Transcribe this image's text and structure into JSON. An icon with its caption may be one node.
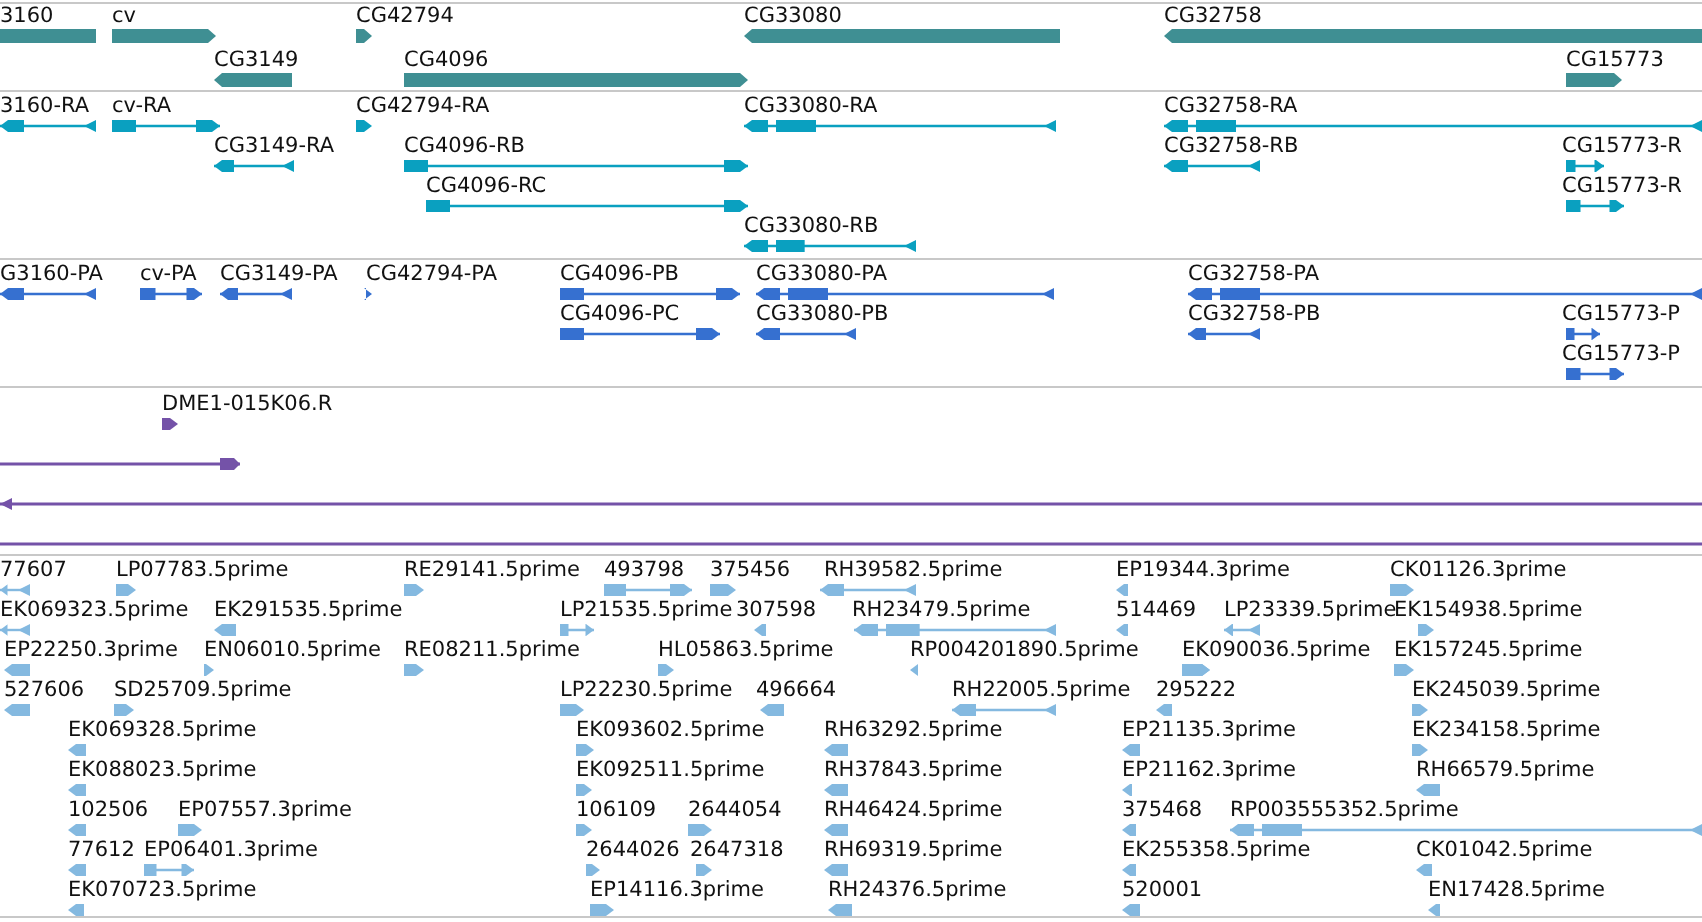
{
  "diagram": {
    "labels": [
      "3160",
      "cv",
      "CG42794",
      "CG33080",
      "CG32758",
      "CG3149",
      "CG4096",
      "CG15773",
      "3160-RA",
      "cv-RA",
      "CG42794-RA",
      "CG33080-RA",
      "CG32758-RA",
      "CG3149-RA",
      "CG4096-RB",
      "CG32758-RB",
      "CG15773-R",
      "CG4096-RC",
      "CG15773-R",
      "CG33080-RB",
      "G3160-PA",
      "cv-PA",
      "CG3149-PA",
      "CG42794-PA",
      "CG4096-PB",
      "CG33080-PA",
      "CG32758-PA",
      "CG4096-PC",
      "CG33080-PB",
      "CG32758-PB",
      "CG15773-P",
      "CG15773-P",
      "DME1-015K06.R",
      "77607",
      "LP07783.5prime",
      "RE29141.5prime",
      "493798",
      "375456",
      "RH39582.5prime",
      "EP19344.3prime",
      "CK01126.3prime",
      "EK069323.5prime",
      "EK291535.5prime",
      "LP21535.5prime",
      "307598",
      "RH23479.5prime",
      "514469",
      "LP23339.5prime",
      "EK154938.5prime",
      "EP22250.3prime",
      "EN06010.5prime",
      "RE08211.5prime",
      "HL05863.5prime",
      "RP004201890.5prime",
      "EK090036.5prime",
      "EK157245.5prime",
      "527606",
      "SD25709.5prime",
      "LP22230.5prime",
      "496664",
      "RH22005.5prime",
      "295222",
      "EK245039.5prime",
      "EK069328.5prime",
      "EK093602.5prime",
      "RH63292.5prime",
      "EP21135.3prime",
      "EK234158.5prime",
      "EK088023.5prime",
      "EK092511.5prime",
      "RH37843.5prime",
      "EP21162.3prime",
      "RH66579.5prime",
      "102506",
      "EP07557.3prime",
      "106109",
      "2644054",
      "RH46424.5prime",
      "375468",
      "RP003555352.5prime",
      "77612",
      "EP06401.3prime",
      "2644026",
      "2647318",
      "RH69319.5prime",
      "EK255358.5prime",
      "CK01042.5prime",
      "EK070723.5prime",
      "EP14116.3prime",
      "RH24376.5prime",
      "520001",
      "EN17428.5prime"
    ]
  }
}
